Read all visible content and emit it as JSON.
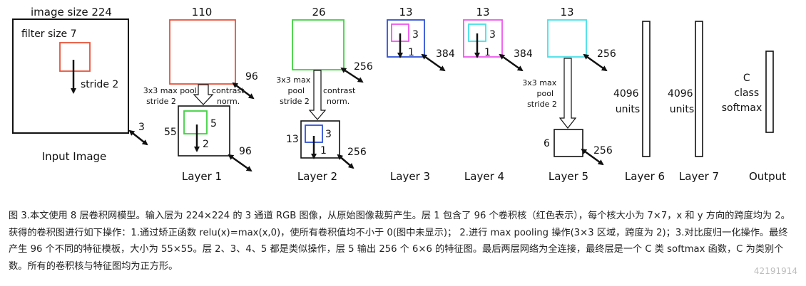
{
  "input": {
    "image_size": "image size 224",
    "filter_size": "filter size 7",
    "stride": "stride 2",
    "depth": "3",
    "name": "Input Image"
  },
  "layer1": {
    "top": "110",
    "depth_top": "96",
    "pool": [
      "3x3 max pool",
      "stride 2"
    ],
    "norm": [
      "contrast",
      "norm."
    ],
    "out_size": "55",
    "kernel": "5",
    "stride": "2",
    "depth_bottom": "96",
    "name": "Layer 1"
  },
  "layer2": {
    "top": "26",
    "depth_top": "256",
    "pool": [
      "3x3 max",
      "pool",
      "stride 2"
    ],
    "norm": [
      "contrast",
      "norm."
    ],
    "out_size": "13",
    "kernel": "3",
    "stride": "1",
    "depth_bottom": "256",
    "name": "Layer 2"
  },
  "layer3": {
    "top": "13",
    "kernel": "3",
    "stride": "1",
    "depth": "384",
    "name": "Layer 3"
  },
  "layer4": {
    "top": "13",
    "kernel": "3",
    "stride": "1",
    "depth": "384",
    "name": "Layer 4"
  },
  "layer5": {
    "top": "13",
    "depth_top": "256",
    "pool": [
      "3x3 max",
      "pool",
      "stride 2"
    ],
    "out_size": "6",
    "depth_bottom": "256",
    "name": "Layer 5"
  },
  "layer6": {
    "units": [
      "4096",
      "units"
    ],
    "name": "Layer 6"
  },
  "layer7": {
    "units": [
      "4096",
      "units"
    ],
    "name": "Layer 7"
  },
  "output": {
    "text": [
      "C",
      "class",
      "softmax"
    ],
    "name": "Output"
  },
  "caption": "图 3.本文使用 8 层卷积网模型。输入层为 224×224 的 3 通道 RGB 图像，从原始图像裁剪产生。层 1 包含了 96 个卷积核（红色表示），每个核大小为 7×7，x 和 y 方向的跨度均为 2。获得的卷积图进行如下操作：1.通过矫正函数 relu(x)=max(x,0)，使所有卷积值均不小于 0(图中未显示)；  2.进行 max pooling 操作(3×3 区域，跨度为 2)；3.对比度归一化操作。最终产生 96 个不同的特征模板，大小为 55×55。层 2、3、4、5 都是类似操作，层 5 输出 256 个 6×6 的特征图。最后两层网络为全连接，最终层是一个 C 类 softmax 函数，C 为类别个数。所有的卷积核与特征图均为正方形。",
  "watermark": "42191914",
  "colors": {
    "red": "#e8533a",
    "green": "#3fd13f",
    "blue": "#2f52d6",
    "magenta": "#ee55ee",
    "cyan": "#44e0e8",
    "ink": "#111111"
  }
}
